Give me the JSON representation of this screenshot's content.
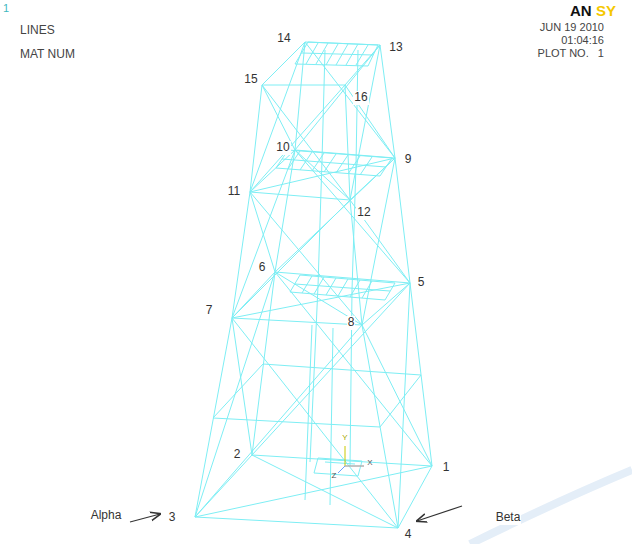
{
  "diagram": {
    "labels": [
      "1",
      "LINES",
      "MAT NUM",
      "AN",
      "SY",
      "JUN 19 2010",
      "01:04:16",
      "PLOT NO.   1",
      "14",
      "13",
      "15",
      "16",
      "10",
      "9",
      "11",
      "12",
      "6",
      "5",
      "7",
      "8",
      "Y",
      "X",
      "Z",
      "2",
      "1",
      "Alpha",
      "3",
      "Beta",
      "4"
    ]
  }
}
